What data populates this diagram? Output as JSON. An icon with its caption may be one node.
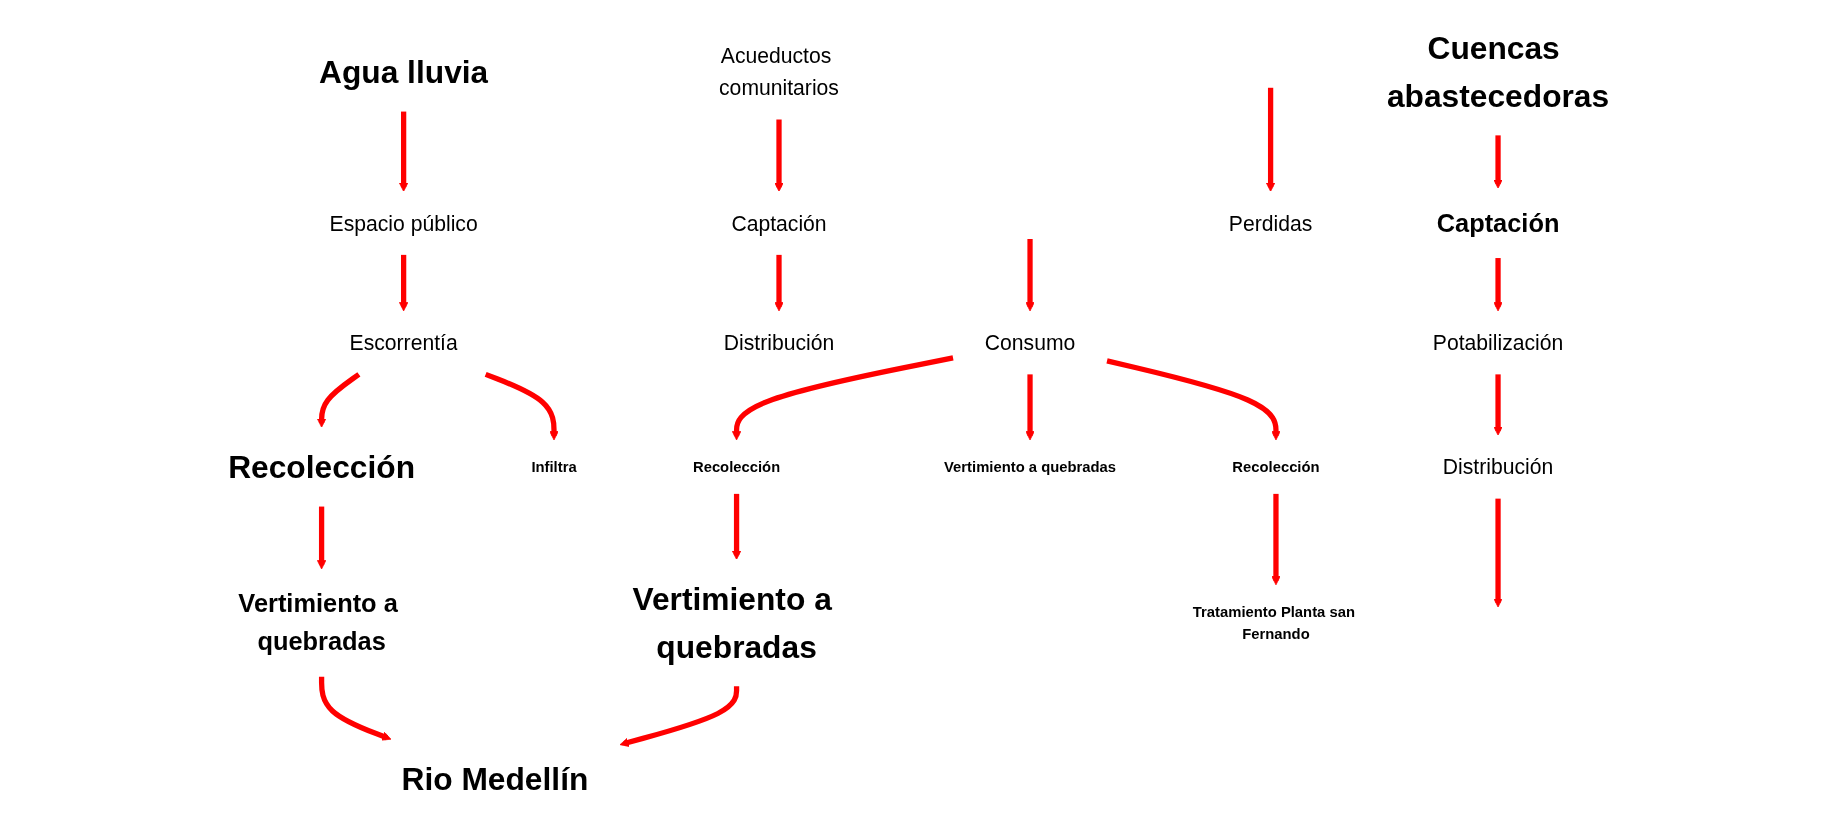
{
  "diagram": {
    "nodes": [
      {
        "text": [
          "Cuencas abastecedoras"
        ]
      },
      {
        "text": [
          "Captación"
        ]
      },
      {
        "text": [
          "Potabilización"
        ]
      },
      {
        "text": [
          "Distribución"
        ]
      },
      {
        "text": [
          "Acueductos comunitarios"
        ]
      },
      {
        "text": [
          "Captación"
        ]
      },
      {
        "text": [
          "Distribución"
        ]
      },
      {
        "text": [
          "Agua lluvia"
        ]
      },
      {
        "text": [
          "Espacio público"
        ]
      },
      {
        "text": [
          "Escorrentía"
        ]
      },
      {
        "text": [
          "Infiltra"
        ]
      },
      {
        "text": [
          "Recolección"
        ]
      },
      {
        "text": [
          "Vertimiento a quebradas"
        ]
      },
      {
        "text": [
          "Perdidas"
        ]
      },
      {
        "text": [
          "Consumo"
        ]
      },
      {
        "text": [
          "Vertimiento a quebradas"
        ]
      },
      {
        "text": [
          "Recolección"
        ]
      },
      {
        "text": [
          "Vertimiento a quebradas"
        ]
      },
      {
        "text": [
          "Rio Medellín"
        ]
      },
      {
        "text": [
          "Recolección"
        ]
      },
      {
        "text": [
          "Tratamiento Planta san Fernando"
        ]
      }
    ],
    "edges": [
      {
        "from": 0,
        "to": 1,
        "arrow": "to"
      },
      {
        "from": 1,
        "to": 2,
        "arrow": "to"
      },
      {
        "from": 2,
        "to": 3,
        "arrow": "to"
      },
      {
        "from": 4,
        "to": 5,
        "arrow": "to"
      },
      {
        "from": 5,
        "to": 6,
        "arrow": "to"
      },
      {
        "from": 7,
        "to": 8,
        "arrow": "to"
      },
      {
        "from": 8,
        "to": 9,
        "arrow": "to"
      },
      {
        "from": 9,
        "to": 10,
        "arrow": "to"
      },
      {
        "from": 9,
        "to": 11,
        "arrow": "to"
      },
      {
        "from": 11,
        "to": 12,
        "arrow": "to"
      },
      {
        "from": 12,
        "to": 18,
        "arrow": "to"
      },
      {
        "from": 3,
        "to": null,
        "arrow": "to"
      },
      {
        "from": null,
        "to": 13,
        "arrow": "to"
      },
      {
        "from": null,
        "to": 14,
        "arrow": "to"
      },
      {
        "from": 14,
        "to": 15,
        "arrow": "to"
      },
      {
        "from": 14,
        "to": 16,
        "arrow": "to"
      },
      {
        "from": 14,
        "to": 19,
        "arrow": "to"
      },
      {
        "from": 16,
        "to": 17,
        "arrow": "to"
      },
      {
        "from": 19,
        "to": 20,
        "arrow": "to"
      },
      {
        "from": 17,
        "to": 18,
        "arrow": "to"
      }
    ]
  }
}
